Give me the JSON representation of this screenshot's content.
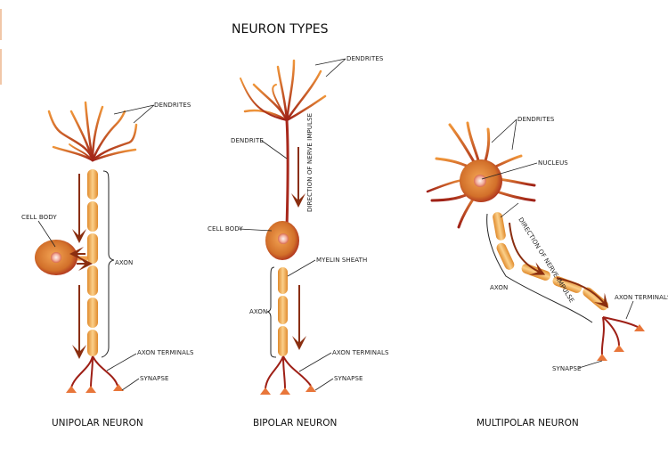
{
  "title": "NEURON TYPES",
  "colors": {
    "dendrite_dark": "#9e1f16",
    "dendrite_light": "#e8832e",
    "myelin": "#f5b25a",
    "myelin_edge": "#e08a2c",
    "cell_body": "#d97a2b",
    "nucleus": "#f6c3b4",
    "arrow": "#8a2e10",
    "text": "#222222"
  },
  "neurons": {
    "unipolar": {
      "name": "UNIPOLAR NEURON",
      "labels": {
        "dendrites": "DENDRITES",
        "cell_body": "CELL BODY",
        "axon": "AXON",
        "axon_terminals": "AXON TERMINALS",
        "synapse": "SYNAPSE"
      }
    },
    "bipolar": {
      "name": "BIPOLAR NEURON",
      "labels": {
        "dendrites": "DENDRITES",
        "dendrite": "DENDRITE",
        "direction": "DIRECTION OF NERVE IMPULSE",
        "cell_body": "CELL BODY",
        "myelin_sheath": "MYELIN SHEATH",
        "axon": "AXON",
        "axon_terminals": "AXON TERMINALS",
        "synapse": "SYNAPSE"
      }
    },
    "multipolar": {
      "name": "MULTIPOLAR NEURON",
      "labels": {
        "dendrites": "DENDRITES",
        "nucleus": "NUCLEUS",
        "direction": "DIRECTION OF NERVE IMPULSE",
        "axon": "AXON",
        "axon_terminals": "AXON TERMINALS",
        "synapse": "SYNAPSE"
      }
    }
  }
}
